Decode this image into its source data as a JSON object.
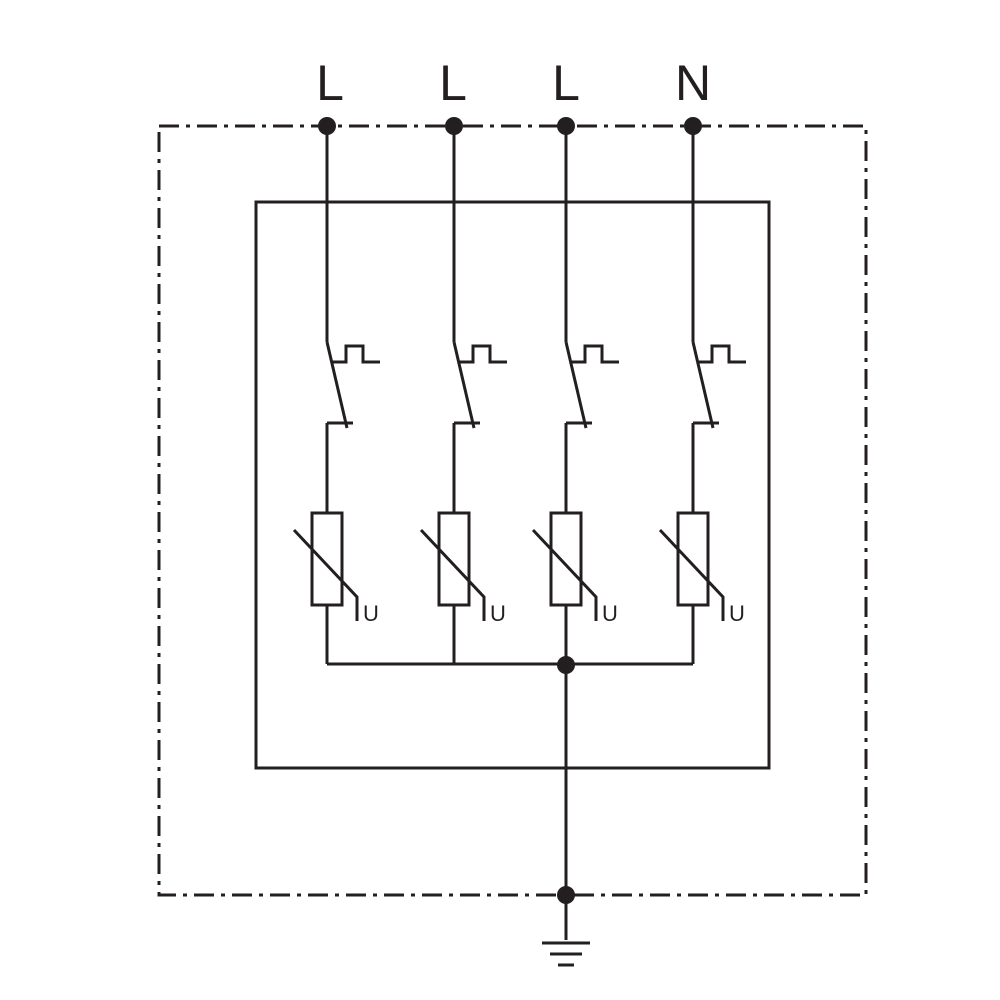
{
  "diagram": {
    "terminals": [
      {
        "label": "L"
      },
      {
        "label": "L"
      },
      {
        "label": "L"
      },
      {
        "label": "N"
      }
    ],
    "varistor_label": "U",
    "colors": {
      "stroke": "#231f20",
      "background": "#ffffff"
    },
    "symbols": {
      "disconnector": "thermal-disconnect-switch-icon",
      "varistor": "varistor-icon",
      "ground": "ground-icon"
    }
  }
}
